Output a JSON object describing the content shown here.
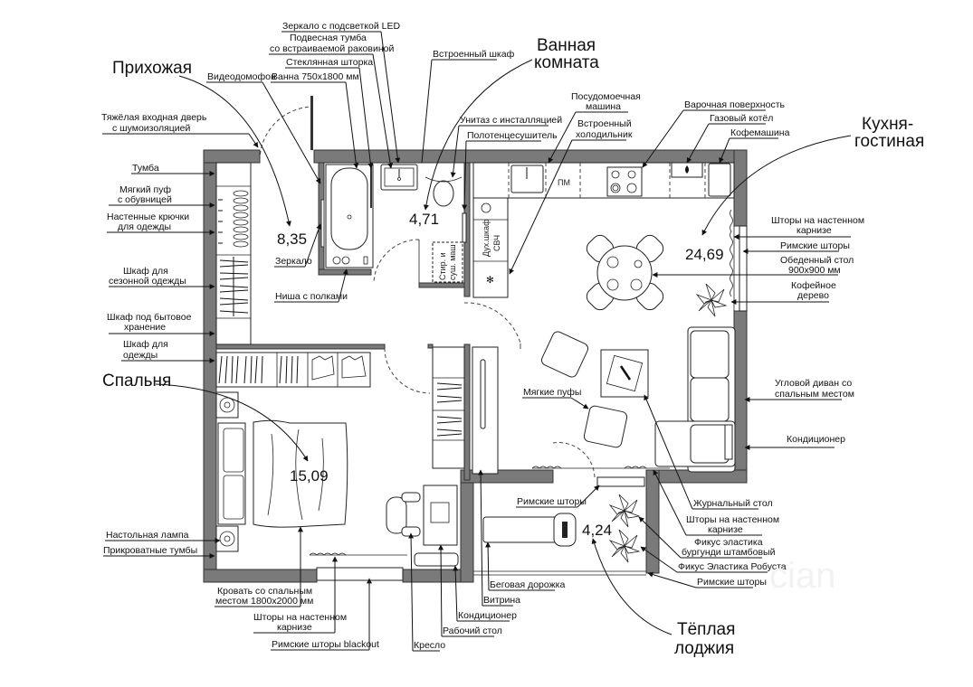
{
  "rooms": {
    "hallway": {
      "name": "Прихожая",
      "area": "8,35"
    },
    "bathroom": {
      "name_line1": "Ванная",
      "name_line2": "комната",
      "area": "4,71"
    },
    "kitchen": {
      "name_line1": "Кухня-",
      "name_line2": "гостиная",
      "area": "24,69"
    },
    "bedroom": {
      "name": "Спальня",
      "area": "15,09"
    },
    "loggia": {
      "name_line1": "Тёплая",
      "name_line2": "лоджия",
      "area": "4,24"
    }
  },
  "labels_top": {
    "mirror_led": "Зеркало с  подсветкой LED",
    "vanity_l1": "Подвесная тумба",
    "vanity_l2": "со встраиваемой раковиной",
    "glass_screen": "Стеклянная шторка",
    "bath": "Ванна 750х1800 мм",
    "intercom": "Видеодомофон",
    "builtin_wardrobe": "Встроенный шкаф",
    "toilet": "Унитаз с инсталляцией",
    "towel_rail": "Полотенцесушитель",
    "dishwasher_l1": "Посудомоечная",
    "dishwasher_l2": "машина",
    "fridge_l1": "Встроенный",
    "fridge_l2": "холодильник",
    "hob": "Варочная поверхность",
    "boiler": "Газовый котёл",
    "coffee": "Кофемашина"
  },
  "labels_left": {
    "door_l1": "Тяжёлая входная дверь",
    "door_l2": "с шумоизоляцией",
    "cabinet": "Тумба",
    "pouf_l1": "Мягкий пуф",
    "pouf_l2": "с обувницей",
    "hooks_l1": "Настенные крючки",
    "hooks_l2": "для одежды",
    "season_l1": "Шкаф для",
    "season_l2": "сезонной одежды",
    "storage_l1": "Шкаф под бытовое",
    "storage_l2": "хранение",
    "clothes_l1": "Шкаф для",
    "clothes_l2": "одежды",
    "lamp": "Настольная лампа",
    "nightstands": "Прикроватные тумбы"
  },
  "labels_inner": {
    "mirror": "Зеркало",
    "niche": "Ниша с полками",
    "soft_poufs": "Мягкие пуфы",
    "roman_blinds_loggia": "Римские шторы",
    "washer_l1": "Стир. и",
    "washer_l2": "суш. маш",
    "oven_l1": "Дух.шкаф",
    "oven_l2": "СВЧ",
    "pm": "ПМ"
  },
  "labels_right": {
    "curtains_l1": "Шторы на настенном",
    "curtains_l2": "карнизе",
    "roman": "Римские шторы",
    "table_l1": "Обеденный стол",
    "table_l2": "900х900 мм",
    "coffee_tree_l1": "Кофейное",
    "coffee_tree_l2": "дерево",
    "sofa_l1": "Угловой диван со",
    "sofa_l2": "спальным местом",
    "ac": "Кондиционер",
    "coffee_table": "Журнальный стол",
    "curtains2_l1": "Шторы на настенном",
    "curtains2_l2": "карнизе",
    "ficus1_l1": "Фикус эластика",
    "ficus1_l2": "бургунди штамбовый",
    "ficus2": "Фикус Эластика Робуста",
    "roman2": "Римские шторы"
  },
  "labels_bottom": {
    "bed_l1": "Кровать со спальным",
    "bed_l2": "местом 1800х2000 мм",
    "curtains_l1": "Шторы на настенном",
    "curtains_l2": "карнизе",
    "roman_blackout": "Римские шторы blackout",
    "chair": "Кресло",
    "desk": "Рабочий стол",
    "ac": "Кондиционер",
    "showcase": "Витрина",
    "treadmill": "Беговая дорожка"
  },
  "watermark": "cian",
  "colors": {
    "wall": "#7a7a7a",
    "ink": "#111111",
    "paper": "#ffffff"
  }
}
